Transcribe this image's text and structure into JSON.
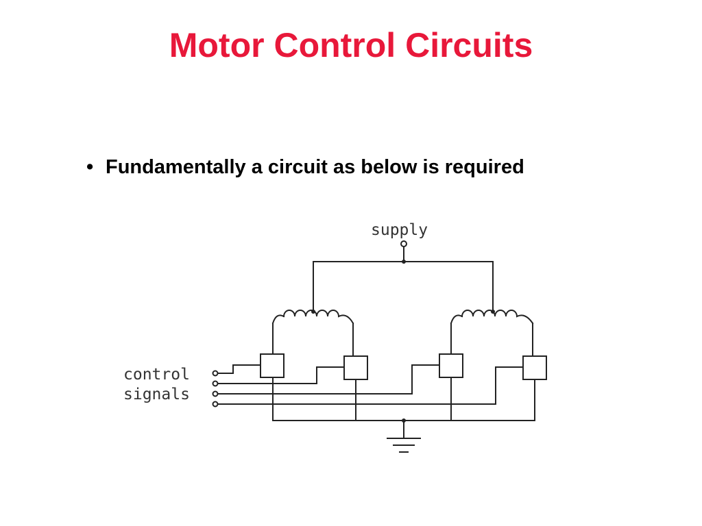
{
  "slide": {
    "title": "Motor Control Circuits",
    "bullet_symbol": "•",
    "bullet_text": "Fundamentally a circuit as below is required"
  },
  "diagram": {
    "supply_label": "supply",
    "control_label_line1": "control",
    "control_label_line2": "signals",
    "icons": [
      "coil-icon",
      "switch-box-icon",
      "ground-icon",
      "terminal-icon"
    ]
  },
  "colors": {
    "title": "#e8183a",
    "text": "#000000",
    "wire": "#222222"
  }
}
